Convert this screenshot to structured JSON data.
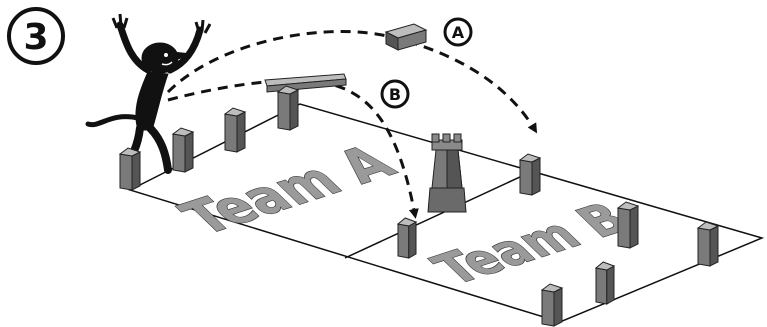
{
  "step_number": "3",
  "callouts": {
    "a": "A",
    "b": "B"
  },
  "field": {
    "team_a": "Team A",
    "team_b": "Team B"
  },
  "icons": {
    "figure": "throwing-person-icon",
    "chess_piece": "rook-icon",
    "block": "cone-block-icon"
  },
  "colors": {
    "line": "#111111",
    "block_front": "#7a7a7a",
    "block_side": "#555555",
    "block_top": "#bdbdbd",
    "team_text": "#9a9a9a"
  }
}
